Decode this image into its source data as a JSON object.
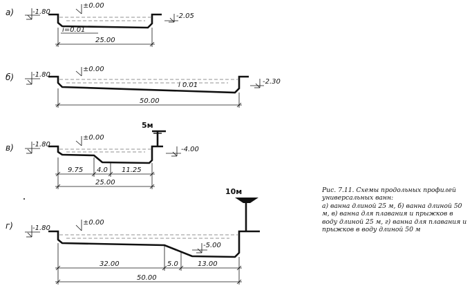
{
  "figure": {
    "rows": [
      {
        "key": "a",
        "letter": "а)",
        "water_level": "±0.00",
        "left_level": "-1.80",
        "right_level": "-2.05",
        "slope": "i=0.01",
        "dims": [
          "25.00"
        ]
      },
      {
        "key": "b",
        "letter": "б)",
        "water_level": "±0.00",
        "left_level": "-1.80",
        "right_level": "-2.30",
        "slope": "i 0.01",
        "dims": [
          "50.00"
        ]
      },
      {
        "key": "v",
        "letter": "в)",
        "water_level": "±0.00",
        "left_level": "-1.80",
        "right_level": "-4.00",
        "tower": "5м",
        "dims": [
          "9.75",
          "4.0",
          "11.25",
          "25.00"
        ]
      },
      {
        "key": "g",
        "letter": "г)",
        "water_level": "±0.00",
        "left_level": "-1.80",
        "right_level": "-5.00",
        "tower": "10м",
        "dims": [
          "32.00",
          "5.0",
          "13.00",
          "50.00"
        ]
      }
    ],
    "caption": {
      "title": "Рис. 7.11. Схемы продольных профилей универсальных ванн:",
      "body": "а) ванна длиной 25 м, б) ванна длиной 50 м, в) ванна для плавания и прыжков в воду длиной 25 м, г) ванна для плавания и прыжков в воду длиной 50 м"
    }
  }
}
